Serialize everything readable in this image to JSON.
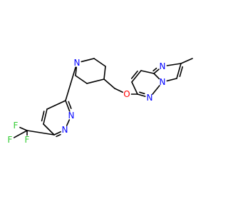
{
  "colors": {
    "bond": "#000000",
    "carbon": "#000000",
    "nitrogen": "#0000ff",
    "oxygen": "#ff0000",
    "fluorine": "#33cc33"
  },
  "labels": {
    "n_imid_top": "N",
    "n_imid_bridge": "N",
    "n_pyridazine_a": "N",
    "o_ether": "O",
    "n_piperidine": "N",
    "n_pdz_3": "N",
    "n_pdz_2": "N",
    "f_1": "F",
    "f_2": "F",
    "f_3": "F"
  }
}
